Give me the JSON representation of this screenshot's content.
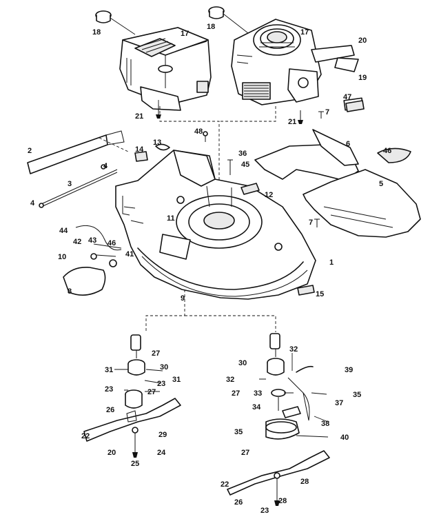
{
  "callouts": {
    "c18a": "18",
    "c17a": "17",
    "c18b": "18",
    "c17b": "17",
    "c20": "20",
    "c19": "19",
    "c21a": "21",
    "c21b": "21",
    "c47": "47",
    "c7a": "7",
    "c6": "6",
    "c46a": "46",
    "c48": "48",
    "c13": "13",
    "c14": "14",
    "c36": "36",
    "c45": "45",
    "c12": "12",
    "c2": "2",
    "c4a": "4",
    "c3": "3",
    "c4b": "4",
    "c5": "5",
    "c11": "11",
    "c7b": "7",
    "c44": "44",
    "c42": "42",
    "c43": "43",
    "c46b": "46",
    "c10": "10",
    "c41": "41",
    "c8": "8",
    "c1": "1",
    "c9": "9",
    "c15": "15",
    "l27a": "27",
    "l31a": "31",
    "l30a": "30",
    "l23a": "23",
    "l31b": "31",
    "l23b": "23",
    "l27b": "27",
    "l26a": "26",
    "l22a": "22",
    "l29a": "29",
    "l20": "20",
    "l24": "24",
    "l25": "25",
    "r32a": "32",
    "r30": "30",
    "r39": "39",
    "r32b": "32",
    "r27a": "27",
    "r33": "33",
    "r35a": "35",
    "r37": "37",
    "r34": "34",
    "r38": "38",
    "r35b": "35",
    "r40": "40",
    "r27b": "27",
    "r22": "22",
    "r28a": "28",
    "r26": "26",
    "r28b": "28",
    "r23": "23"
  }
}
